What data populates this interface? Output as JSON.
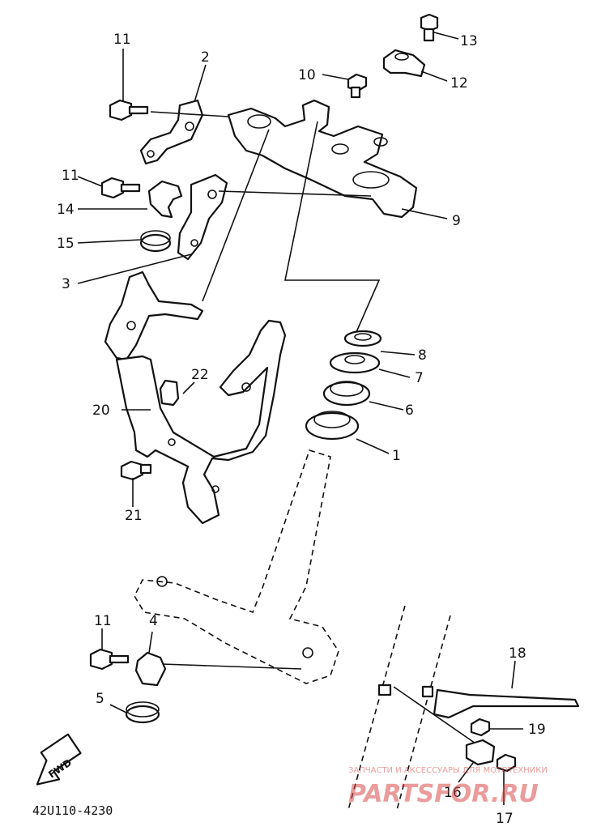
{
  "diagram": {
    "callouts": {
      "c1": "1",
      "c2": "2",
      "c3": "3",
      "c4": "4",
      "c5": "5",
      "c6": "6",
      "c7": "7",
      "c8": "8",
      "c9": "9",
      "c10": "10",
      "c11a": "11",
      "c11b": "11",
      "c11c": "11",
      "c12": "12",
      "c13": "13",
      "c14": "14",
      "c15": "15",
      "c16": "16",
      "c17": "17",
      "c18": "18",
      "c19": "19",
      "c20": "20",
      "c21": "21",
      "c22": "22"
    },
    "fwd_label": "FWD",
    "drawing_code": "42U110-4230"
  },
  "watermark": {
    "tagline": "ЗАПЧАСТИ И АКСЕССУАРЫ ДЛЯ МОТОТЕХНИКИ",
    "logo": "PARTSFOR.RU",
    "color": "#d94b4b"
  }
}
